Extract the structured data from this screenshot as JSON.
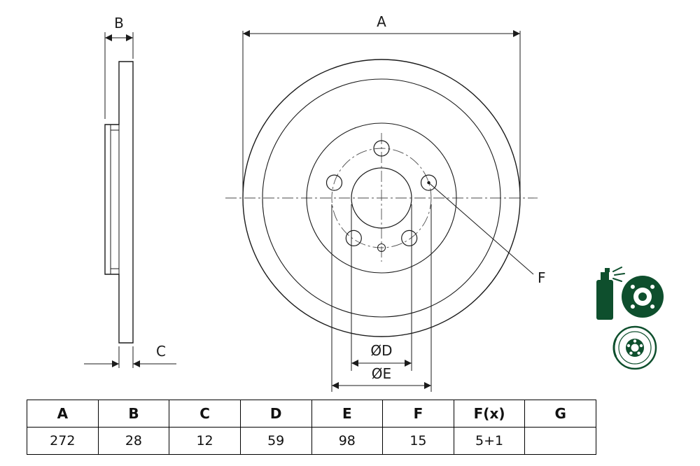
{
  "drawing": {
    "dim_labels": {
      "a": "A",
      "b": "B",
      "c": "C",
      "d": "ØD",
      "e": "ØE",
      "f": "F"
    }
  },
  "spec_table": {
    "headers": [
      "A",
      "B",
      "C",
      "D",
      "E",
      "F",
      "F(x)",
      "G"
    ],
    "values": [
      "272",
      "28",
      "12",
      "59",
      "98",
      "15",
      "5+1",
      ""
    ]
  },
  "icons": [
    {
      "name": "spray-coated-disc-icon"
    },
    {
      "name": "brake-disc-icon"
    }
  ],
  "colors": {
    "line": "#1b1b1b",
    "icon_green": "#0e4f2d"
  }
}
